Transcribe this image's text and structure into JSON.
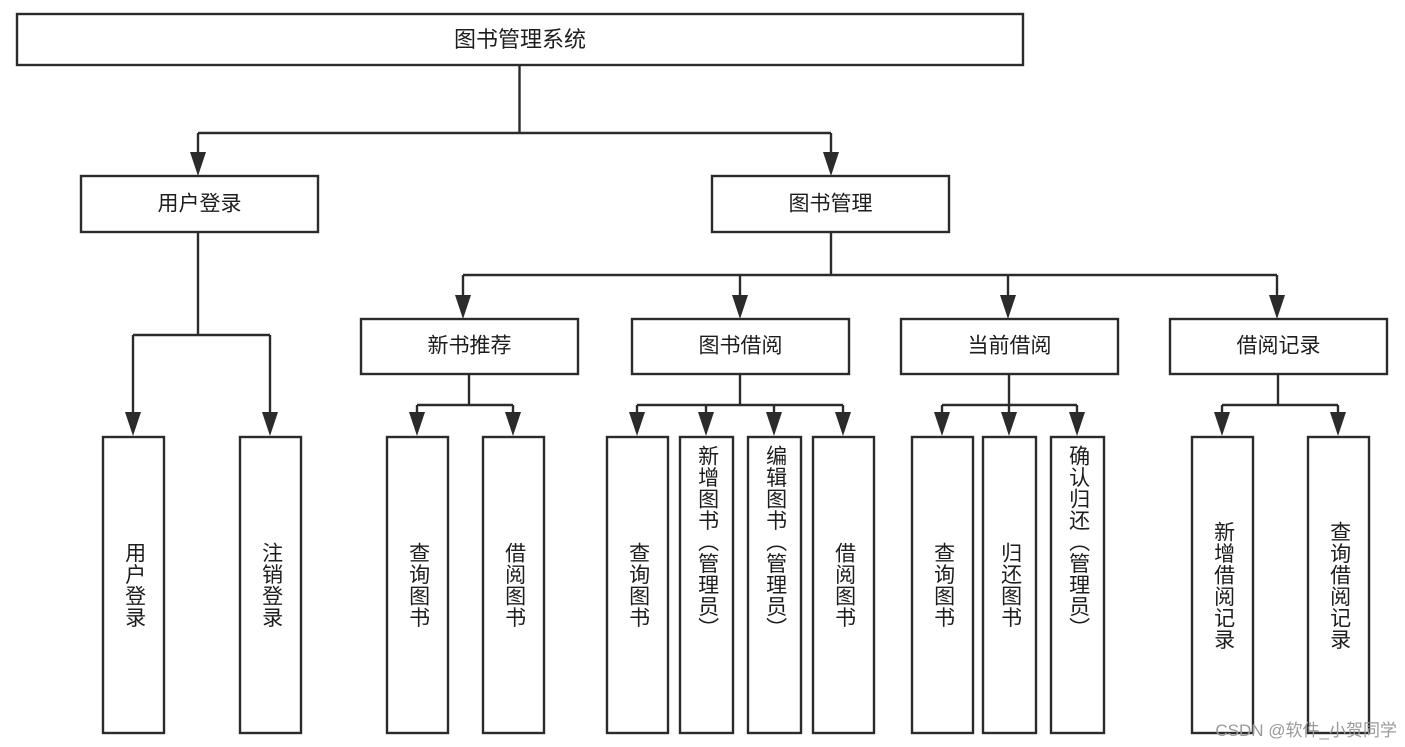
{
  "diagram": {
    "title": "图书管理系统",
    "type": "tree",
    "watermark": "CSDN @软件_小贺同学",
    "colors": {
      "stroke": "#2b2b2b",
      "box_fill": "#ffffff",
      "text": "#1d1d1d",
      "background": "#ffffff",
      "watermark": "#9a9a9a"
    },
    "levels": {
      "root": "图书管理系统",
      "level2": [
        "用户登录",
        "图书管理"
      ],
      "level3": [
        "新书推荐",
        "图书借阅",
        "当前借阅",
        "借阅记录"
      ]
    },
    "nodes": {
      "root": {
        "label": "图书管理系统",
        "orientation": "horizontal"
      },
      "user_login": {
        "label": "用户登录",
        "orientation": "horizontal"
      },
      "book_mgmt": {
        "label": "图书管理",
        "orientation": "horizontal"
      },
      "new_book_rec": {
        "label": "新书推荐",
        "orientation": "horizontal"
      },
      "book_borrow": {
        "label": "图书借阅",
        "orientation": "horizontal"
      },
      "current_borrow": {
        "label": "当前借阅",
        "orientation": "horizontal"
      },
      "borrow_record": {
        "label": "借阅记录",
        "orientation": "horizontal"
      },
      "leaf_user_login": {
        "label": "用户登录",
        "orientation": "vertical"
      },
      "leaf_logout": {
        "label": "注销登录",
        "orientation": "vertical"
      },
      "leaf_query_book_1": {
        "label": "查询图书",
        "orientation": "vertical"
      },
      "leaf_borrow_book_1": {
        "label": "借阅图书",
        "orientation": "vertical"
      },
      "leaf_query_book_2": {
        "label": "查询图书",
        "orientation": "vertical"
      },
      "leaf_add_book": {
        "label": "新增图书（管理员）",
        "orientation": "vertical"
      },
      "leaf_edit_book": {
        "label": "编辑图书（管理员）",
        "orientation": "vertical"
      },
      "leaf_borrow_book_2": {
        "label": "借阅图书",
        "orientation": "vertical"
      },
      "leaf_query_book_3": {
        "label": "查询图书",
        "orientation": "vertical"
      },
      "leaf_return_book": {
        "label": "归还图书",
        "orientation": "vertical"
      },
      "leaf_confirm_return": {
        "label": "确认归还（管理员）",
        "orientation": "vertical"
      },
      "leaf_add_record": {
        "label": "新增借阅记录",
        "orientation": "vertical"
      },
      "leaf_query_record": {
        "label": "查询借阅记录",
        "orientation": "vertical"
      }
    },
    "edges": [
      {
        "from": "root",
        "to": "user_login"
      },
      {
        "from": "root",
        "to": "book_mgmt"
      },
      {
        "from": "user_login",
        "to": "leaf_user_login"
      },
      {
        "from": "user_login",
        "to": "leaf_logout"
      },
      {
        "from": "book_mgmt",
        "to": "new_book_rec"
      },
      {
        "from": "book_mgmt",
        "to": "book_borrow"
      },
      {
        "from": "book_mgmt",
        "to": "current_borrow"
      },
      {
        "from": "book_mgmt",
        "to": "borrow_record"
      },
      {
        "from": "new_book_rec",
        "to": "leaf_query_book_1"
      },
      {
        "from": "new_book_rec",
        "to": "leaf_borrow_book_1"
      },
      {
        "from": "book_borrow",
        "to": "leaf_query_book_2"
      },
      {
        "from": "book_borrow",
        "to": "leaf_add_book"
      },
      {
        "from": "book_borrow",
        "to": "leaf_edit_book"
      },
      {
        "from": "book_borrow",
        "to": "leaf_borrow_book_2"
      },
      {
        "from": "current_borrow",
        "to": "leaf_query_book_3"
      },
      {
        "from": "current_borrow",
        "to": "leaf_return_book"
      },
      {
        "from": "current_borrow",
        "to": "leaf_confirm_return"
      },
      {
        "from": "borrow_record",
        "to": "leaf_add_record"
      },
      {
        "from": "borrow_record",
        "to": "leaf_query_record"
      }
    ]
  }
}
